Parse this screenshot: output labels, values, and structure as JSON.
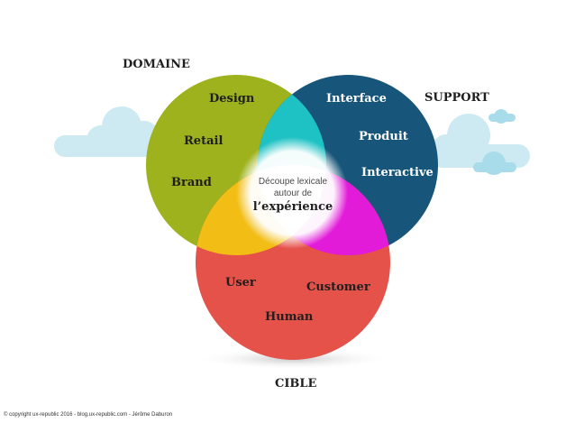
{
  "categories": {
    "domaine": "DOMAINE",
    "support": "SUPPORT",
    "cible": "CIBLE"
  },
  "domaine_words": {
    "design": "Design",
    "retail": "Retail",
    "brand": "Brand"
  },
  "support_words": {
    "interface": "Interface",
    "produit": "Produit",
    "interactive": "Interactive"
  },
  "cible_words": {
    "user": "User",
    "customer": "Customer",
    "human": "Human"
  },
  "center": {
    "line1": "Découpe lexicale",
    "line2": "autour de",
    "title": "l’expérience"
  },
  "copyright": "© copyright ux-republic 2016 - blog.ux-republic.com - Jérôme Daburon",
  "colors": {
    "domaine_green": "#9db21c",
    "support_blue": "#17567a",
    "cible_red": "#e5524a",
    "overlap_cyan": "#1fc2c4",
    "overlap_yellow": "#f2bd14",
    "overlap_magenta": "#e21bd9",
    "cloud": "#cde9f1"
  }
}
